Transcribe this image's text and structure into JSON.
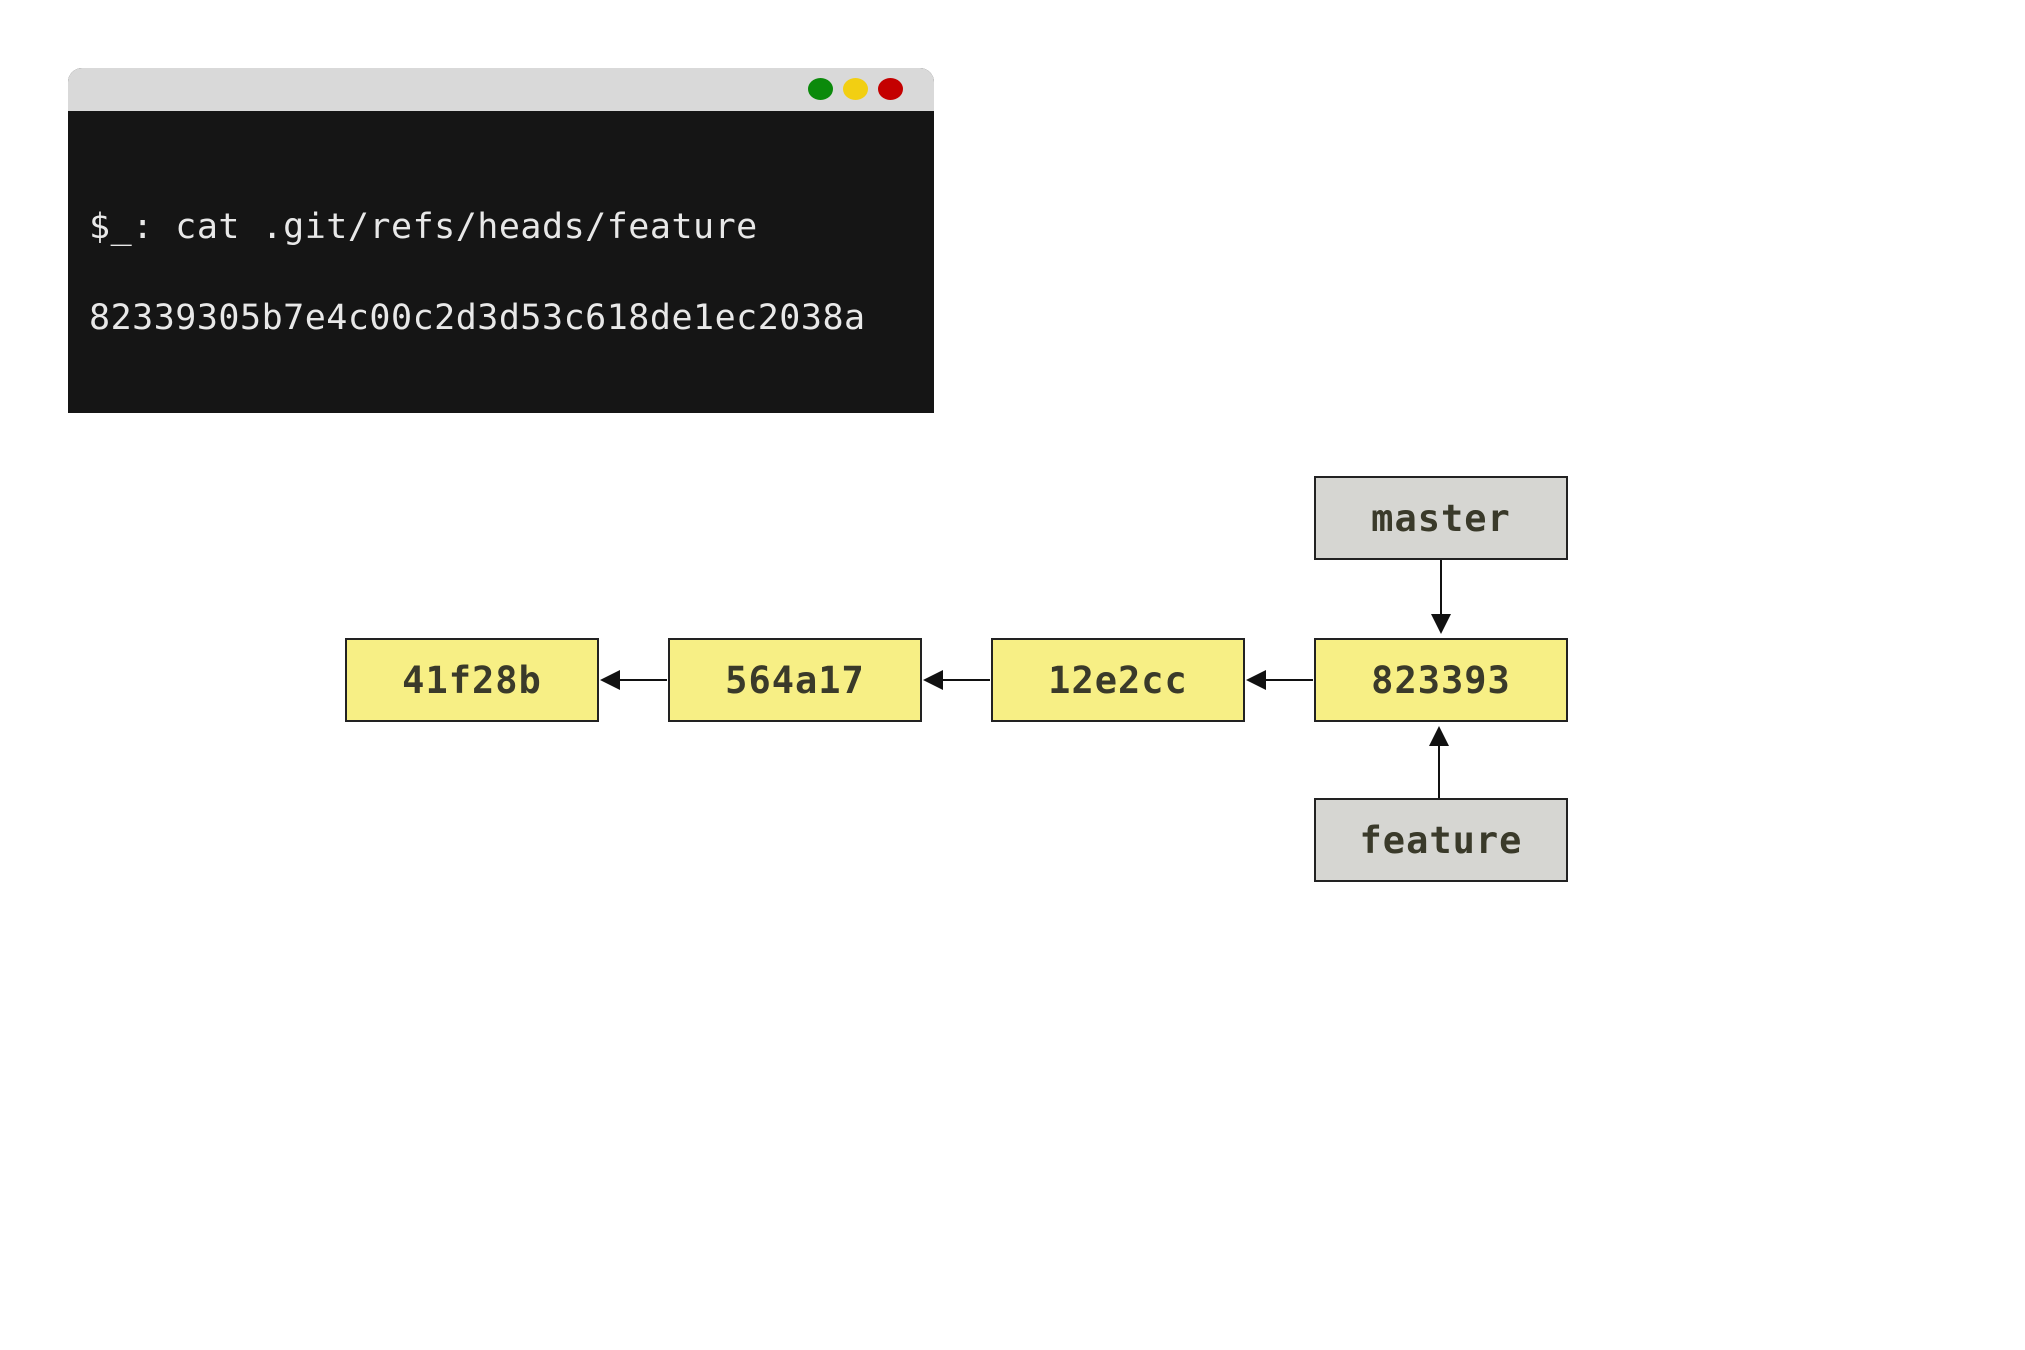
{
  "terminal": {
    "command": "$_: cat .git/refs/heads/feature",
    "output": "82339305b7e4c00c2d3d53c618de1ec2038a",
    "window_dots": [
      {
        "name": "green",
        "color": "#0b8a0b"
      },
      {
        "name": "yellow",
        "color": "#f2cf12"
      },
      {
        "name": "red",
        "color": "#c40000"
      }
    ]
  },
  "colors": {
    "commit_fill": "#f7ef85",
    "ref_fill": "#d6d6d2",
    "arrow": "#111111"
  },
  "commits": [
    {
      "id": "41f28b"
    },
    {
      "id": "564a17"
    },
    {
      "id": "12e2cc"
    },
    {
      "id": "823393"
    }
  ],
  "refs": {
    "master": "master",
    "feature": "feature"
  }
}
